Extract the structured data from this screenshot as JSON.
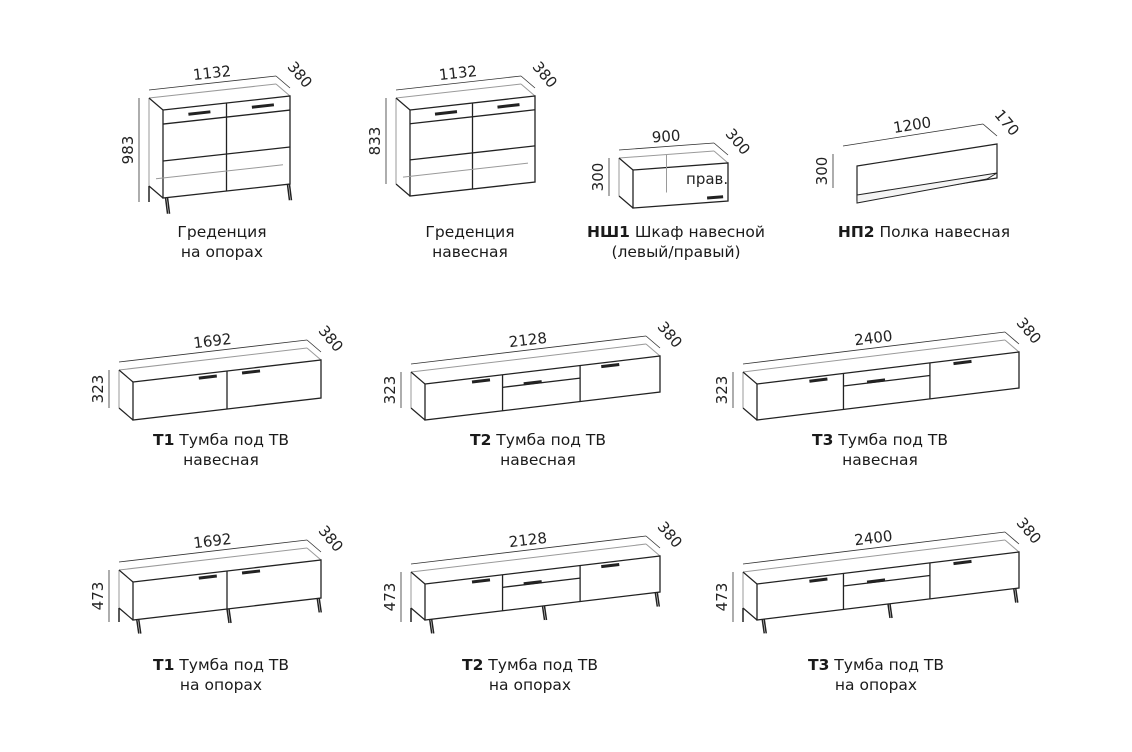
{
  "items": [
    {
      "code": "",
      "line1": "Греденция",
      "line2": "на опорах",
      "width": "1132",
      "depth": "380",
      "height": "983",
      "note": ""
    },
    {
      "code": "",
      "line1": "Греденция",
      "line2": "навесная",
      "width": "1132",
      "depth": "380",
      "height": "833",
      "note": ""
    },
    {
      "code": "НШ1",
      "line1": "Шкаф навесной",
      "line2": "(левый/правый)",
      "width": "900",
      "depth": "300",
      "height": "300",
      "note": "прав."
    },
    {
      "code": "НП2",
      "line1": "Полка навесная",
      "line2": "",
      "width": "1200",
      "depth": "170",
      "height": "300",
      "note": ""
    },
    {
      "code": "Т1",
      "line1": "Тумба под ТВ",
      "line2": "навесная",
      "width": "1692",
      "depth": "380",
      "height": "323",
      "note": ""
    },
    {
      "code": "Т2",
      "line1": "Тумба под ТВ",
      "line2": "навесная",
      "width": "2128",
      "depth": "380",
      "height": "323",
      "note": ""
    },
    {
      "code": "Т3",
      "line1": "Тумба под ТВ",
      "line2": "навесная",
      "width": "2400",
      "depth": "380",
      "height": "323",
      "note": ""
    },
    {
      "code": "Т1",
      "line1": "Тумба под ТВ",
      "line2": "на опорах",
      "width": "1692",
      "depth": "380",
      "height": "473",
      "note": ""
    },
    {
      "code": "Т2",
      "line1": "Тумба под ТВ",
      "line2": "на опорах",
      "width": "2128",
      "depth": "380",
      "height": "473",
      "note": ""
    },
    {
      "code": "Т3",
      "line1": "Тумба под ТВ",
      "line2": "на опорах",
      "width": "2400",
      "depth": "380",
      "height": "473",
      "note": ""
    }
  ]
}
